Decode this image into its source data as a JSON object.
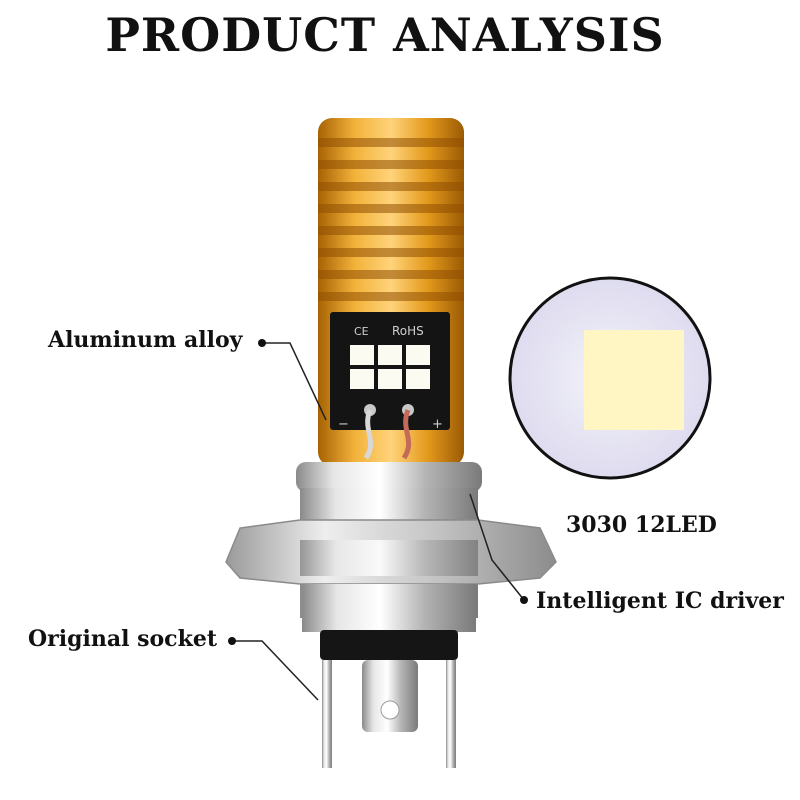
{
  "title": "PRODUCT ANALYSIS",
  "labels": {
    "aluminum": "Aluminum alloy",
    "led": "3030 12LED",
    "driver": "Intelligent IC driver",
    "socket": "Original socket"
  },
  "chip_marks": {
    "ce": "CE",
    "rohs": "RoHS",
    "minus": "−",
    "plus": "+"
  },
  "colors": {
    "heatsink": "#e8a020",
    "heatsink_dark": "#b36e08",
    "chrome": "#c8c8c8",
    "led_glow": "#fff6c4",
    "text": "#111111"
  }
}
